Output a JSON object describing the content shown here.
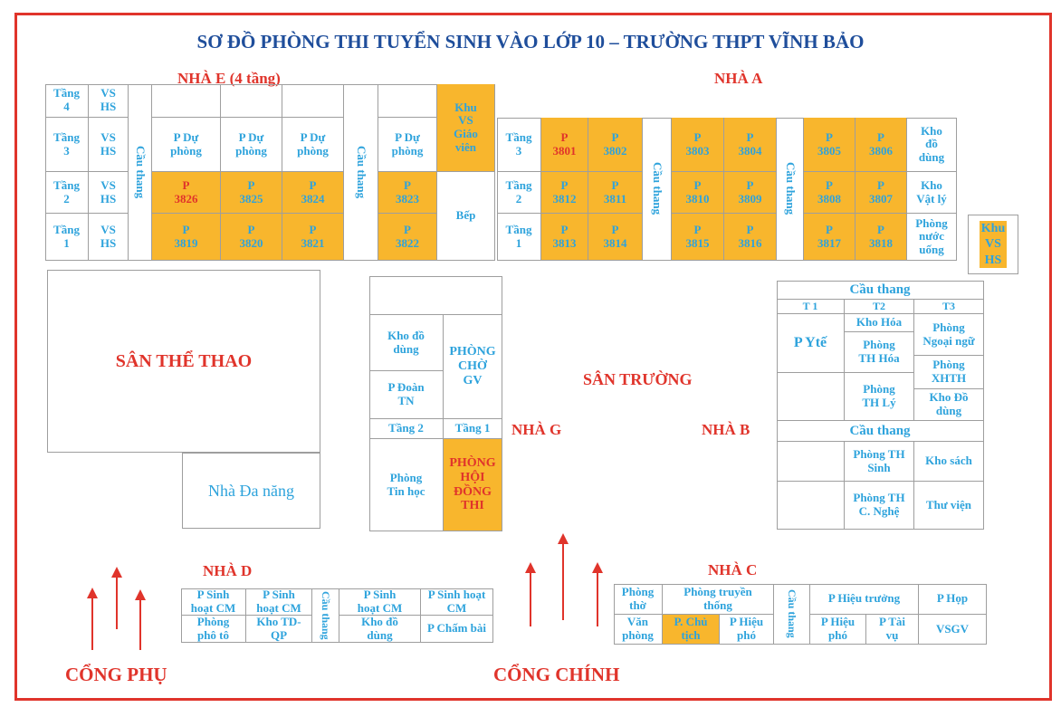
{
  "title": "SƠ ĐỒ PHÒNG THI TUYỂN SINH VÀO LỚP 10 – TRƯỜNG THPT VĨNH BẢO",
  "colors": {
    "orange": "#F8B62D",
    "blue": "#2EA3DC",
    "red": "#E0342B",
    "navy": "#1F4E9B",
    "border": "#9E9E9E"
  },
  "labels": {
    "nha_e": "NHÀ E (4 tầng)",
    "nha_a": "NHÀ A",
    "nha_g": "NHÀ G",
    "nha_b": "NHÀ B",
    "nha_d": "NHÀ D",
    "nha_c": "NHÀ C",
    "san_the_thao": "SÂN THỂ THAO",
    "san_truong": "SÂN TRƯỜNG",
    "nha_da_nang": "Nhà Đa năng",
    "cong_phu": "CỔNG PHỤ",
    "cong_chinh": "CỔNG CHÍNH"
  },
  "common": {
    "cau_thang": "Cầu thang",
    "vs_hs": "VS\nHS",
    "p_du_phong": "P Dự\nphòng"
  },
  "khu_vs_hs": "Khu\nVS\nHS",
  "building_e": {
    "floors": [
      "Tầng\n4",
      "Tầng\n3",
      "Tầng\n2",
      "Tầng\n1"
    ],
    "rooms": {
      "3826": "P\n3826",
      "3825": "P\n3825",
      "3824": "P\n3824",
      "3819": "P\n3819",
      "3820": "P\n3820",
      "3821": "P\n3821",
      "3823": "P\n3823",
      "3822": "P\n3822"
    },
    "khu_vs_giao_vien": "Khu\nVS\nGiáo\nviên",
    "bep": "Bếp"
  },
  "building_a": {
    "floors": [
      "Tầng\n3",
      "Tầng\n2",
      "Tầng\n1"
    ],
    "rooms": {
      "3801": "P\n3801",
      "3802": "P\n3802",
      "3803": "P\n3803",
      "3804": "P\n3804",
      "3805": "P\n3805",
      "3806": "P\n3806",
      "3807": "P\n3807",
      "3808": "P\n3808",
      "3809": "P\n3809",
      "3810": "P\n3810",
      "3811": "P\n3811",
      "3812": "P\n3812",
      "3813": "P\n3813",
      "3814": "P\n3814",
      "3815": "P\n3815",
      "3816": "P\n3816",
      "3817": "P\n3817",
      "3818": "P\n3818"
    },
    "kho_do_dung": "Kho\nđồ\ndùng",
    "kho_vat_ly": "Kho\nVật lý",
    "phong_nuoc_uong": "Phòng\nnước\nuống"
  },
  "building_g": {
    "kho_do_dung": "Kho đồ\ndùng",
    "p_doan_tn": "P Đoàn\nTN",
    "phong_cho_gv": "PHÒNG\nCHỜ\nGV",
    "tang_2": "Tầng 2",
    "tang_1": "Tầng 1",
    "phong_tin_hoc": "Phòng\nTin học",
    "phong_hoi_dong_thi": "PHÒNG\nHỘI\nĐỒNG\nTHI"
  },
  "building_b": {
    "t1": "T 1",
    "t2": "T2",
    "t3": "T3",
    "p_y_te": "P Ytế",
    "kho_hoa": "Kho Hóa",
    "phong_th_hoa": "Phòng\nTH Hóa",
    "phong_th_ly": "Phòng\nTH Lý",
    "phong_ngoai_ngu": "Phòng\nNgoại ngữ",
    "phong_xhth": "Phòng\nXHTH",
    "kho_do_dung": "Kho Đồ\ndùng",
    "phong_th_sinh": "Phòng TH\nSinh",
    "kho_sach": "Kho sách",
    "phong_th_c_nghe": "Phòng TH\nC. Nghệ",
    "thu_vien": "Thư viện"
  },
  "building_d": {
    "p_sinh_hoat_cm": "P Sinh\nhoạt CM",
    "p_sinh_hoat_cm_wide": "P Sinh hoạt\nCM",
    "phong_pho_to": "Phòng\nphô tô",
    "kho_td_qp": "Kho TD-\nQP",
    "kho_do_dung": "Kho đồ\ndùng",
    "p_cham_bai": "P Chấm bài"
  },
  "building_c": {
    "phong_tho": "Phòng\nthờ",
    "phong_truyen_thong": "Phòng truyền\nthống",
    "p_hieu_truong": "P Hiệu trưởng",
    "p_hop": "P Họp",
    "van_phong": "Văn\nphòng",
    "p_chu_tich": "P. Chủ\ntịch",
    "p_hieu_pho": "P Hiệu\nphó",
    "p_tai_vu": "P Tài\nvụ",
    "vsgv": "VSGV"
  }
}
